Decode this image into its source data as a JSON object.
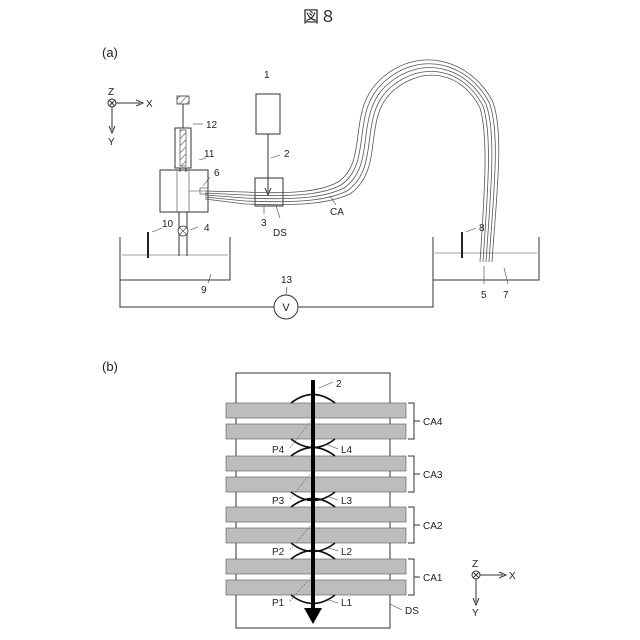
{
  "figure_title": "図８",
  "panel_a": {
    "label": "(a)",
    "axes": {
      "z": "Z",
      "x": "X",
      "y": "Y"
    },
    "refs": {
      "r1": "1",
      "r2": "2",
      "r3": "3",
      "r4": "4",
      "r5": "5",
      "r6": "6",
      "r7": "7",
      "r8": "8",
      "r9": "9",
      "r10": "10",
      "r11": "11",
      "r12": "12",
      "r13": "13",
      "ca": "CA",
      "ds": "DS"
    },
    "voltmeter": "V"
  },
  "panel_b": {
    "label": "(b)",
    "arrow_ref": "2",
    "ds": "DS",
    "capillaries": [
      "CA4",
      "CA3",
      "CA2",
      "CA1"
    ],
    "points": [
      "P4",
      "P3",
      "P2",
      "P1"
    ],
    "lines": [
      "L4",
      "L3",
      "L2",
      "L1"
    ],
    "axes": {
      "z": "Z",
      "x": "X",
      "y": "Y"
    }
  }
}
